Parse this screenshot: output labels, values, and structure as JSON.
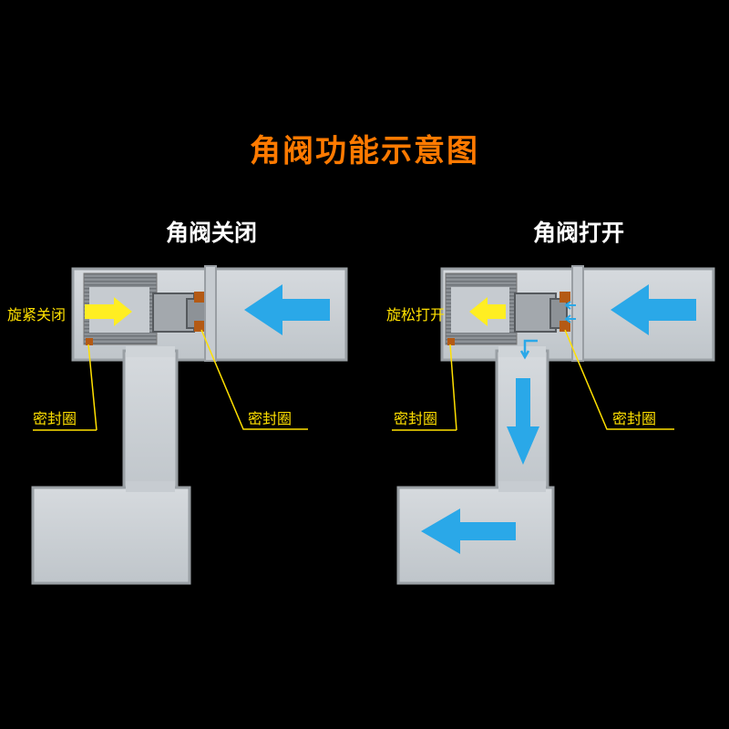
{
  "title": "角阀功能示意图",
  "panels": [
    {
      "heading": "角阀关闭",
      "action": "旋紧关闭",
      "seal_left": "密封圈",
      "seal_right": "密封圈"
    },
    {
      "heading": "角阀打开",
      "action": "旋松打开",
      "seal_left": "密封圈",
      "seal_right": "密封圈"
    }
  ],
  "colors": {
    "background": "#000000",
    "title": "#ff7a00",
    "heading": "#ffffff",
    "label": "#ffe000",
    "body_light": "#c9ced3",
    "body_dark": "#8c9196",
    "seal": "#b45a14",
    "flow_arrow": "#2aa8e8",
    "turn_arrow": "#ffee22"
  }
}
